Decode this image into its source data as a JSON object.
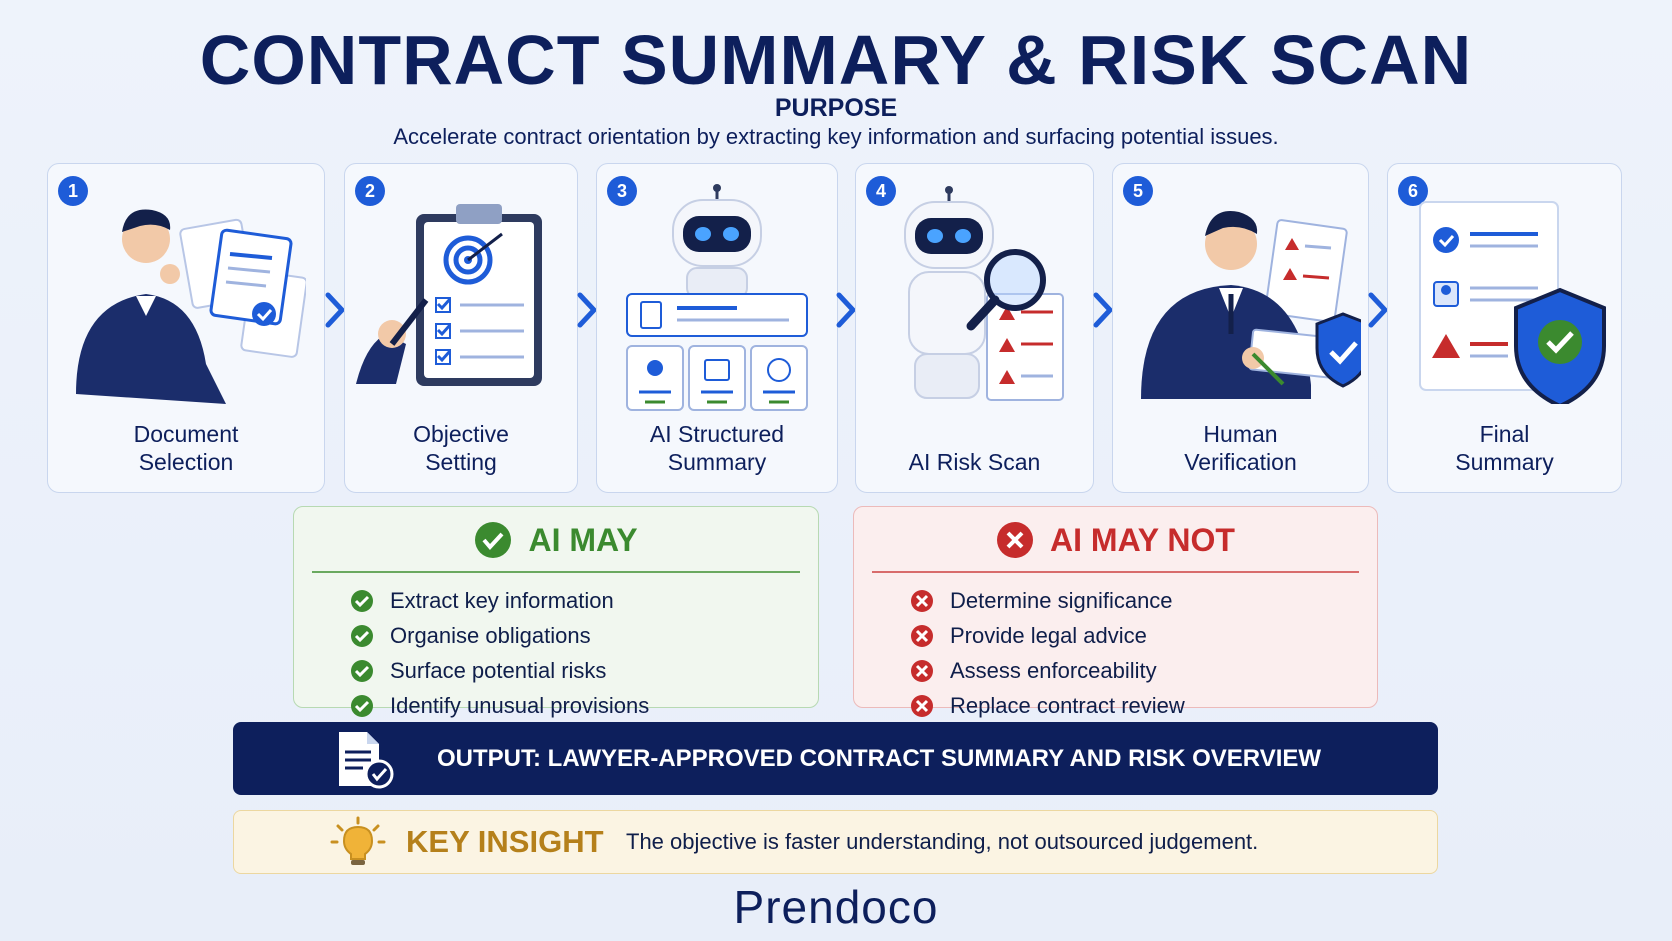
{
  "title": "CONTRACT SUMMARY & RISK SCAN",
  "purpose": {
    "label": "PURPOSE",
    "text": "Accelerate contract orientation by extracting key information and surfacing potential issues."
  },
  "steps": [
    {
      "number": "1",
      "label": "Document\nSelection",
      "icon": "person-reviewing-documents-icon"
    },
    {
      "number": "2",
      "label": "Objective\nSetting",
      "icon": "clipboard-target-icon"
    },
    {
      "number": "3",
      "label": "AI Structured\nSummary",
      "icon": "robot-summary-icon"
    },
    {
      "number": "4",
      "label": "AI Risk Scan",
      "icon": "robot-magnifier-icon"
    },
    {
      "number": "5",
      "label": "Human\nVerification",
      "icon": "person-verifying-icon"
    },
    {
      "number": "6",
      "label": "Final\nSummary",
      "icon": "shield-check-document-icon"
    }
  ],
  "ai_may": {
    "heading": "AI MAY",
    "items": [
      "Extract key information",
      "Organise obligations",
      "Surface potential risks",
      "Identify unusual provisions"
    ]
  },
  "ai_may_not": {
    "heading": "AI MAY NOT",
    "items": [
      "Determine significance",
      "Provide legal advice",
      "Assess enforceability",
      "Replace contract review"
    ]
  },
  "output": {
    "text": "OUTPUT: LAWYER-APPROVED CONTRACT SUMMARY AND RISK OVERVIEW"
  },
  "insight": {
    "label": "KEY INSIGHT",
    "text": "The objective is faster understanding, not outsourced judgement."
  },
  "logo": "Prendoco",
  "colors": {
    "navy": "#0d1f5c",
    "blue": "#1e5cd8",
    "green": "#3b8a2f",
    "red": "#c62c2c",
    "gold": "#b5801b"
  }
}
